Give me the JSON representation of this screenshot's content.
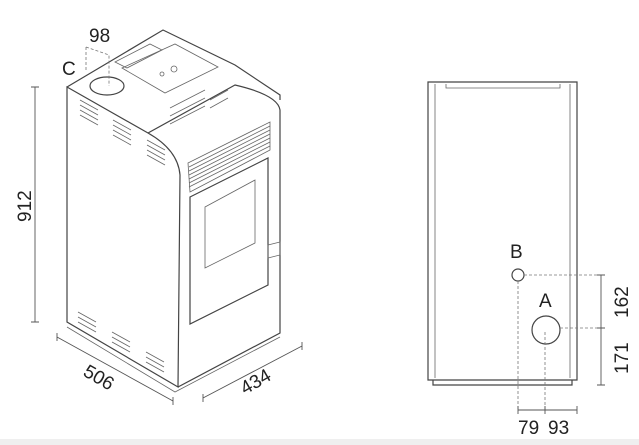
{
  "iso_view": {
    "labels": {
      "flue": "C",
      "flue_offset": "98",
      "height": "912",
      "depth": "506",
      "width": "434"
    }
  },
  "rear_view": {
    "labels": {
      "outlet_b": "B",
      "outlet_a": "A",
      "b_to_a": "162",
      "a_to_base": "171",
      "b_from_axis": "79",
      "a_from_side": "93"
    }
  }
}
